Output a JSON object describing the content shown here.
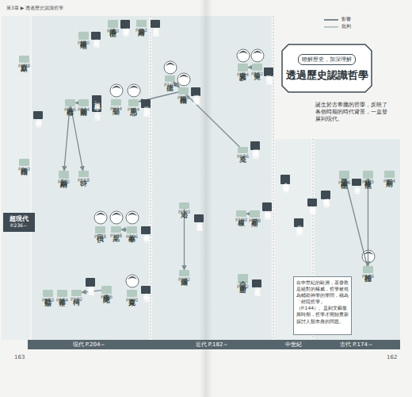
{
  "diagram": {
    "title": "透過歷史認識哲學",
    "nodes": [
      {
        "text": [
          "瞭解歷史，加深理解",
          "透過歷史認識哲學"
        ]
      },
      {
        "text": [
          "古代 P.174～"
        ]
      },
      {
        "text": [
          "中世紀"
        ]
      },
      {
        "text": [
          "近代 P.182～"
        ]
      },
      {
        "text": [
          "現代 P.204～"
        ]
      },
      {
        "text": [
          "超現代",
          "P.236～"
        ]
      },
      {
        "text": [
          "泰利斯",
          "P174"
        ]
      },
      {
        "text": [
          "蘇格拉底",
          "P175"
        ]
      },
      {
        "text": [
          "形上學"
        ]
      },
      {
        "text": [
          "亞里斯多德",
          "P178"
        ]
      },
      {
        "text": [
          "柏拉圖",
          "P176"
        ]
      },
      {
        "text": [
          "希臘化哲學"
        ]
      },
      {
        "text": [
          "經院哲學"
        ]
      },
      {
        "text": [
          "君權神授說"
        ]
      },
      {
        "text": [
          "在中世紀的歐洲，基督教是絕對的權威，哲學被視為輔助神學的學問，稱為「經院哲學」（P.144）。直到文藝復興時期，哲學才開始重新探討人類本身的問題。"
        ]
      },
      {
        "text": [
          "文藝復興哲學"
        ]
      },
      {
        "text": [
          "歐陸理性論"
        ]
      },
      {
        "text": [
          "笛卡兒",
          "P182"
        ]
      },
      {
        "text": [
          "史賓諾沙",
          "P184"
        ]
      },
      {
        "text": [
          "英國經驗論"
        ]
      },
      {
        "text": [
          "洛克",
          "P186"
        ]
      },
      {
        "text": [
          "社會契約論"
        ]
      },
      {
        "text": [
          "霍布斯",
          "P188"
        ]
      },
      {
        "text": [
          "盧梭",
          "P190"
        ]
      },
      {
        "text": [
          "資本主義"
        ]
      },
      {
        "text": [
          "亞當・史密斯",
          "P192"
        ]
      },
      {
        "text": [
          "德國觀念論"
        ]
      },
      {
        "text": [
          "黑格爾",
          "P198"
        ]
      },
      {
        "text": [
          "康德",
          "P194"
        ]
      },
      {
        "text": [
          "效益主義"
        ]
      },
      {
        "text": [
          "邊沁",
          "P200"
        ]
      },
      {
        "text": [
          "彌爾",
          "P202"
        ]
      },
      {
        "text": [
          "實用主義"
        ]
      },
      {
        "text": [
          "詹姆斯",
          "P212"
        ]
      },
      {
        "text": [
          "精神分析學"
        ]
      },
      {
        "text": [
          "佛洛伊德",
          "P210"
        ]
      },
      {
        "text": [
          "分析哲學"
        ]
      },
      {
        "text": [
          "維根斯坦",
          "P220"
        ]
      },
      {
        "text": [
          "現象學、存在論"
        ]
      },
      {
        "text": [
          "胡塞爾",
          "P214"
        ]
      },
      {
        "text": [
          "海德格",
          "P216"
        ]
      },
      {
        "text": [
          "馬克思主義"
        ]
      },
      {
        "text": [
          "馬克思",
          "P204"
        ]
      },
      {
        "text": [
          "鄂蘭",
          "P224"
        ]
      },
      {
        "text": [
          "沙特",
          "P218"
        ]
      },
      {
        "text": [
          "列維納斯",
          "P222"
        ]
      },
      {
        "text": [
          "生命哲學"
        ]
      },
      {
        "text": [
          "叔本華",
          "P206"
        ]
      },
      {
        "text": [
          "尼采",
          "P208"
        ]
      },
      {
        "text": [
          "巴代伊",
          "P228"
        ]
      },
      {
        "text": [
          "存在哲學"
        ]
      },
      {
        "text": [
          "齊克果",
          "P230"
        ]
      },
      {
        "text": [
          "李維史陀",
          "P226"
        ]
      },
      {
        "text": [
          "後結構主義"
        ]
      },
      {
        "text": [
          "傅柯",
          "P232"
        ]
      },
      {
        "text": [
          "德希達",
          "P234"
        ]
      },
      {
        "text": [
          "德勒茲",
          "P233"
        ]
      },
      {
        "text": [
          "心靈哲學"
        ]
      },
      {
        "text": [
          "查默斯",
          "P238"
        ]
      },
      {
        "text": [
          "內格爾",
          "P240"
        ]
      }
    ],
    "edges": [
      {
        "from": 7,
        "to": 10,
        "arrow": "to"
      },
      {
        "from": 10,
        "to": 9,
        "arrow": "to"
      },
      {
        "from": 17,
        "to": 18,
        "arrow": "to"
      },
      {
        "from": 20,
        "to": 28,
        "arrow": "to"
      },
      {
        "from": 28,
        "to": 27,
        "arrow": "to"
      },
      {
        "from": 27,
        "to": 42,
        "arrow": "to"
      },
      {
        "from": 22,
        "to": 23,
        "arrow": "to"
      },
      {
        "from": 30,
        "to": 31,
        "arrow": "to"
      },
      {
        "from": 47,
        "to": 48,
        "arrow": "to"
      },
      {
        "from": 39,
        "to": 40,
        "arrow": "to"
      },
      {
        "from": 40,
        "to": 44,
        "arrow": "to"
      },
      {
        "from": 40,
        "to": 45,
        "arrow": "to"
      },
      {
        "from": 52,
        "to": 54,
        "arrow": "to"
      }
    ],
    "labels": [
      "第3章 ▶ 透過歷史認識哲學",
      "誕生於古希臘的哲學，反映了各個時期的時代背景，一直發展到現代。",
      "163",
      "162"
    ],
    "legend": [
      {
        "text": "影響"
      },
      {
        "text": "批判"
      }
    ]
  }
}
